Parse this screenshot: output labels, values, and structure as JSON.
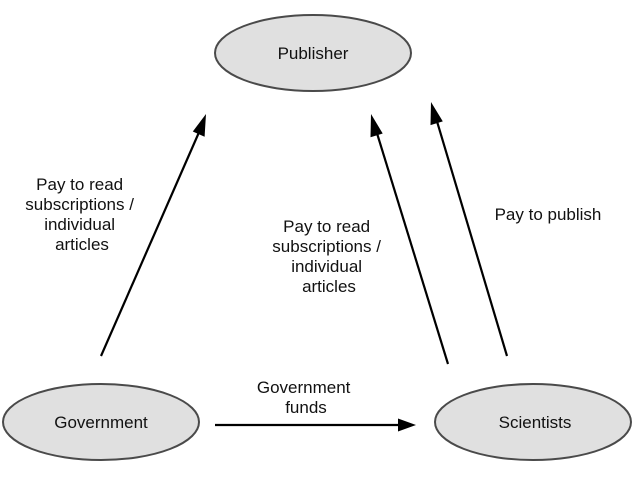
{
  "nodes": {
    "publisher": "Publisher",
    "government": "Government",
    "scientists": "Scientists"
  },
  "edges": {
    "government_to_publisher": [
      "Pay to read",
      "subscriptions /",
      "individual",
      "articles"
    ],
    "scientists_to_publisher_read": [
      "Pay to read",
      "subscriptions /",
      "individual",
      "articles"
    ],
    "scientists_to_publisher_publish": [
      "Pay to publish"
    ],
    "government_to_scientists": [
      "Government",
      "funds"
    ]
  },
  "colors": {
    "node_fill": "#e0e0e0",
    "node_stroke": "#4a4a4a",
    "arrow": "#000000"
  }
}
